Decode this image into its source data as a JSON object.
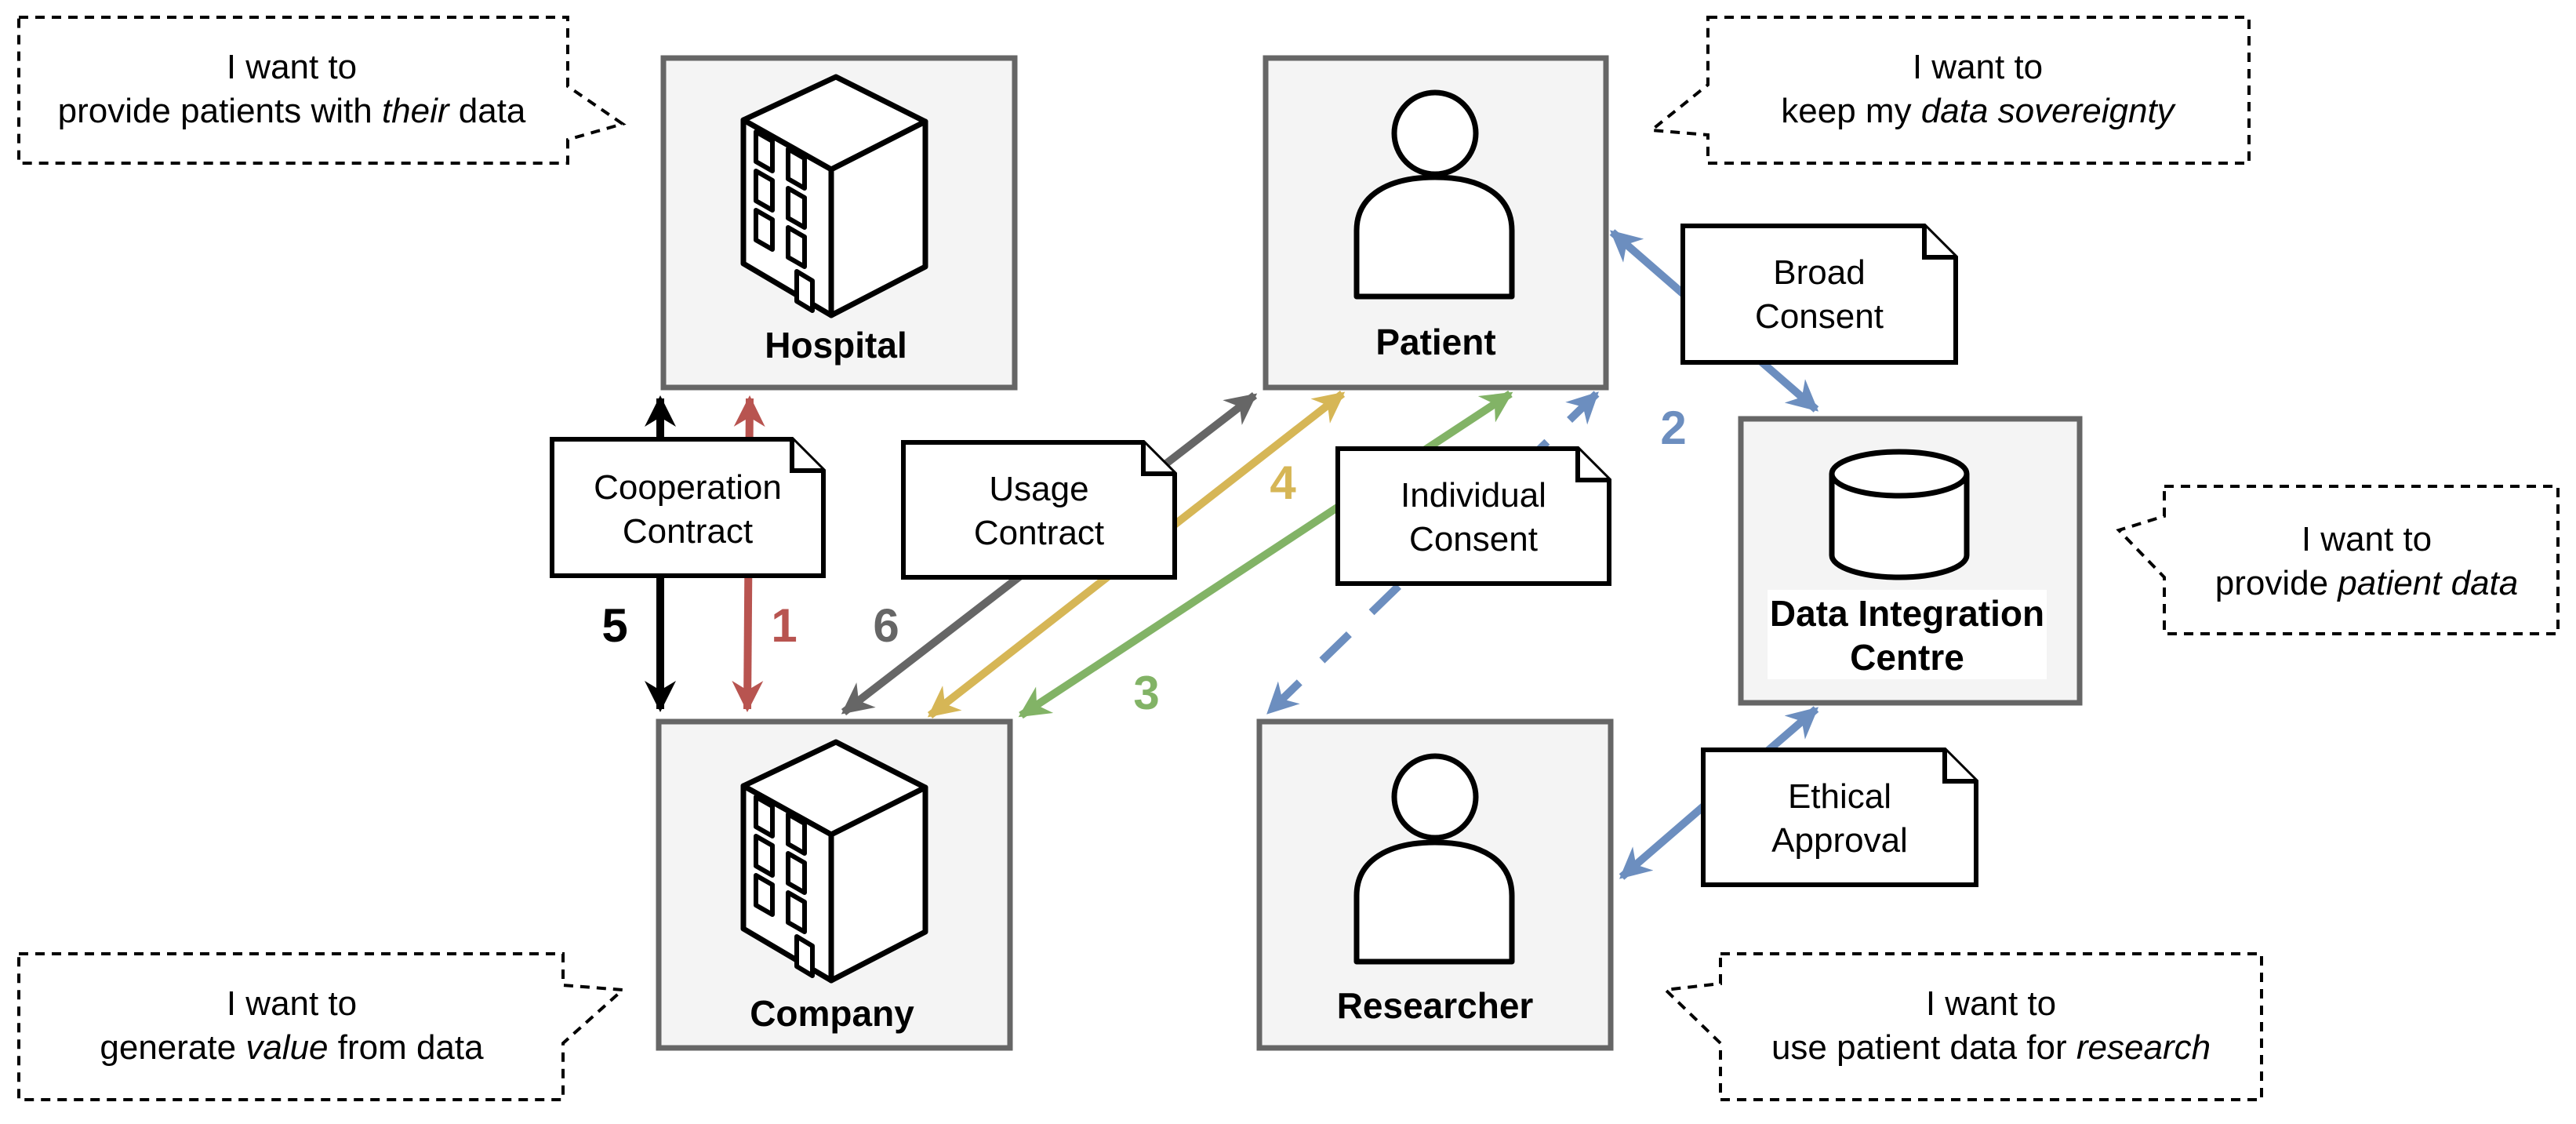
{
  "nodes": {
    "hospital": {
      "label": "Hospital"
    },
    "patient": {
      "label": "Patient"
    },
    "company": {
      "label": "Company"
    },
    "researcher": {
      "label": "Researcher"
    },
    "dic": {
      "label_line1": "Data Integration",
      "label_line2": "Centre"
    }
  },
  "documents": {
    "broad_consent": {
      "line1": "Broad",
      "line2": "Consent"
    },
    "cooperation_contract": {
      "line1": "Cooperation",
      "line2": "Contract"
    },
    "usage_contract": {
      "line1": "Usage",
      "line2": "Contract"
    },
    "individual_consent": {
      "line1": "Individual",
      "line2": "Consent"
    },
    "ethical_approval": {
      "line1": "Ethical",
      "line2": "Approval"
    }
  },
  "bubbles": {
    "hospital": {
      "line1": "I want to",
      "line2_pre": "provide patients with ",
      "line2_em": "their",
      "line2_post": " data"
    },
    "patient": {
      "line1": "I want to",
      "line2_pre": "keep my ",
      "line2_em": "data sovereignty",
      "line2_post": ""
    },
    "dic": {
      "line1": "I want to",
      "line2_pre": "provide ",
      "line2_em": "patient data",
      "line2_post": ""
    },
    "company": {
      "line1": "I want to",
      "line2_pre": "generate ",
      "line2_em": "value",
      "line2_post": " from data"
    },
    "researcher": {
      "line1": "I want to",
      "line2_pre": "use patient data for ",
      "line2_em": "research",
      "line2_post": ""
    }
  },
  "flows": [
    {
      "number": "1",
      "color": "#b85450",
      "relation": "Cooperation Contract (Hospital – Company)"
    },
    {
      "number": "2",
      "color": "#6c8ebf",
      "relation": "Broad Consent / Ethical Approval via Data Integration Centre"
    },
    {
      "number": "3",
      "color": "#82b366",
      "relation": "Individual Consent (Patient – Company)"
    },
    {
      "number": "4",
      "color": "#d6b656",
      "relation": "Patient – Company"
    },
    {
      "number": "5",
      "color": "#000000",
      "relation": "Cooperation Contract (Hospital – Company)"
    },
    {
      "number": "6",
      "color": "#666666",
      "relation": "Usage Contract (Patient – Company)"
    }
  ],
  "icons": {
    "hospital": "building-icon",
    "company": "building-icon",
    "patient": "person-icon",
    "researcher": "person-icon",
    "dic": "database-icon"
  }
}
